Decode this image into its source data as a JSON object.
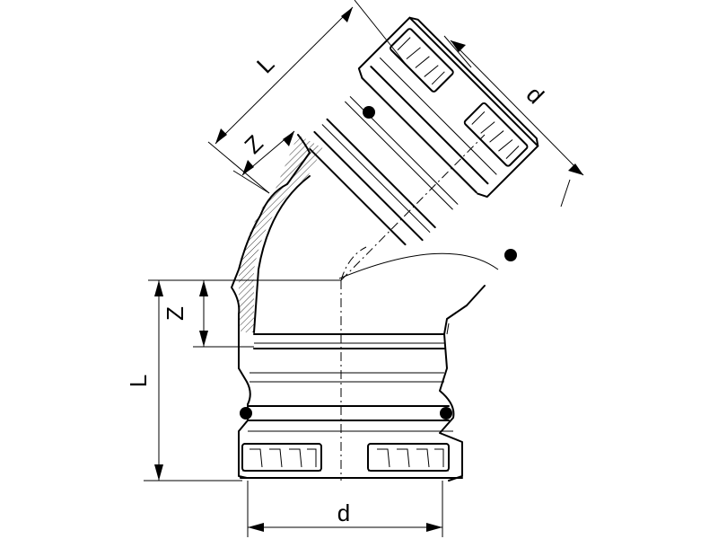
{
  "diagram": {
    "dimension_labels": {
      "length_vertical": "L",
      "takeoff_vertical": "Z",
      "diameter_bottom": "d",
      "length_angled": "L",
      "takeoff_angled": "Z",
      "diameter_angled": "d"
    }
  }
}
